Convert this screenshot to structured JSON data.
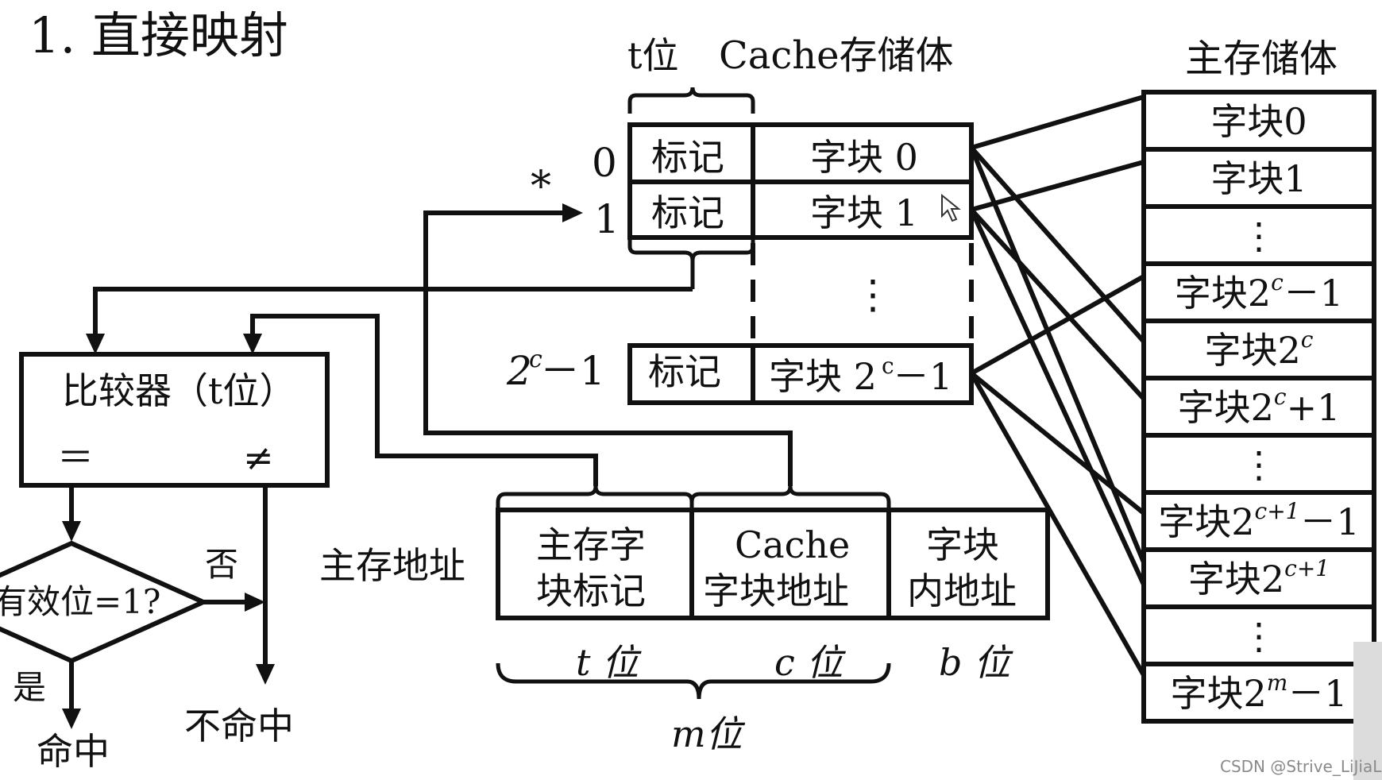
{
  "title": "1. 直接映射",
  "cache": {
    "header_bits": "t位",
    "header_title": "Cache存储体",
    "rows": [
      {
        "index": "0",
        "tag": "标记",
        "block": "字块 0"
      },
      {
        "index": "1",
        "tag": "标记",
        "block": "字块 1"
      },
      {
        "index_base": "2",
        "index_sup": "c",
        "index_rest": "－1",
        "tag": "标记",
        "block_base": "字块 2",
        "block_sup": "c",
        "block_rest": "－1"
      }
    ],
    "ellipsis": "⋮",
    "star": "*"
  },
  "main_memory": {
    "title": "主存储体",
    "blocks": [
      {
        "base": "字块0",
        "sup": "",
        "rest": ""
      },
      {
        "base": "字块1",
        "sup": "",
        "rest": ""
      },
      {
        "base": "⋮",
        "sup": "",
        "rest": ""
      },
      {
        "base": "字块2",
        "sup": "c",
        "rest": "－1"
      },
      {
        "base": "字块2",
        "sup": "c",
        "rest": ""
      },
      {
        "base": "字块2",
        "sup": "c",
        "rest": "+1"
      },
      {
        "base": "⋮",
        "sup": "",
        "rest": ""
      },
      {
        "base": "字块2",
        "sup": "c+1",
        "rest": "－1"
      },
      {
        "base": "字块2",
        "sup": "c+1",
        "rest": ""
      },
      {
        "base": "⋮",
        "sup": "",
        "rest": ""
      },
      {
        "base": "字块2",
        "sup": "m",
        "rest": "－1"
      }
    ]
  },
  "comparator": {
    "label": "比较器（t位）",
    "eq": "＝",
    "neq": "≠"
  },
  "decision": {
    "label": "有效位=1?",
    "no": "否",
    "yes": "是",
    "hit": "命中",
    "miss": "不命中"
  },
  "address": {
    "label": "主存地址",
    "fields": [
      {
        "line1": "主存字",
        "line2": "块标记",
        "bits": "t 位"
      },
      {
        "line1": "Cache",
        "line2": "字块地址",
        "bits": "c 位"
      },
      {
        "line1": "字块",
        "line2": "内地址",
        "bits": "b 位"
      }
    ],
    "total_bits": "m位"
  },
  "watermark": "CSDN @Strive_LiJiaLe"
}
